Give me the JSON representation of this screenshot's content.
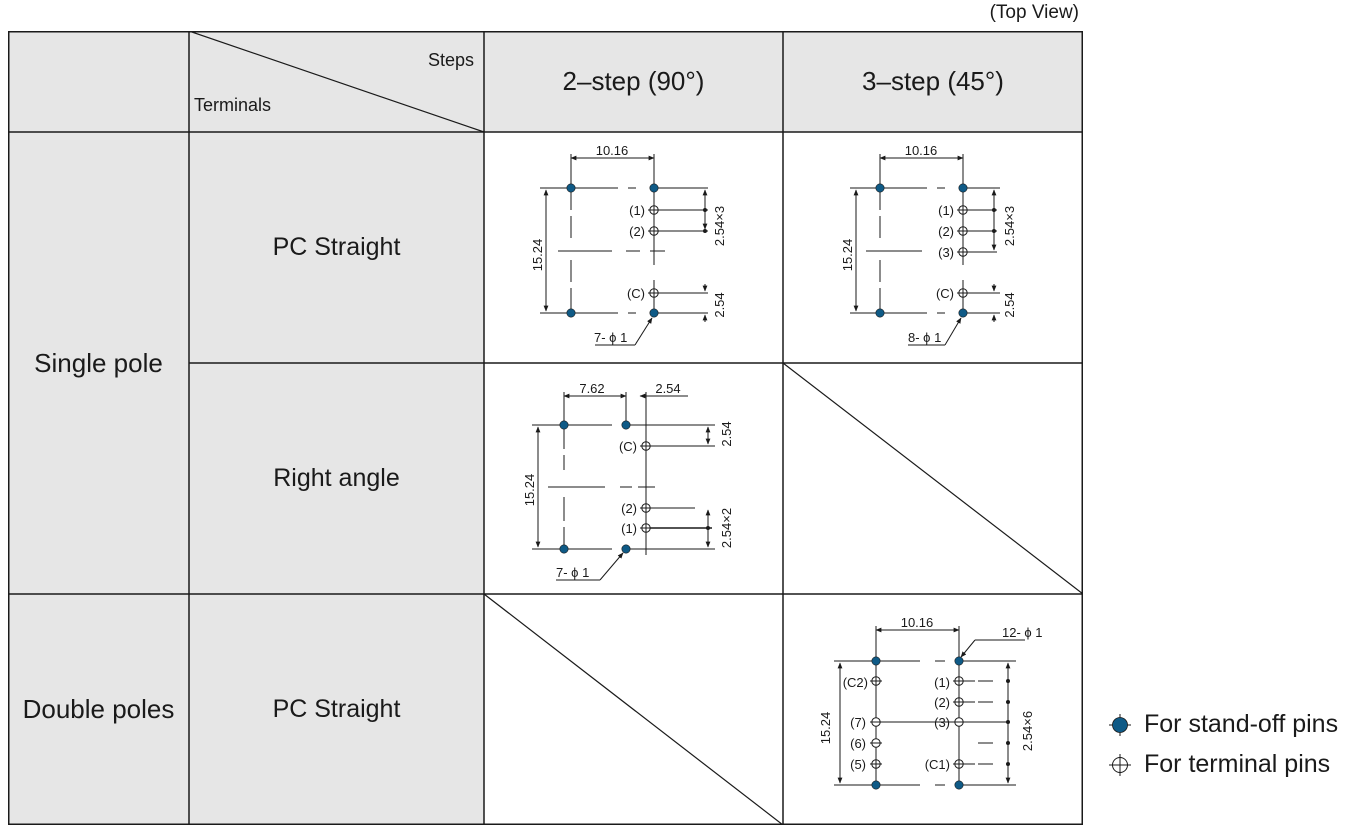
{
  "view_note": "(Top View)",
  "header": {
    "steps": "Steps",
    "terminals": "Terminals",
    "col_2step": "2–step (90°)",
    "col_3step": "3–step (45°)"
  },
  "rows": {
    "single_pole": "Single pole",
    "double_poles": "Double poles",
    "pc_straight": "PC Straight",
    "right_angle": "Right angle",
    "pc_straight_2": "PC Straight"
  },
  "drawings": {
    "sp2": {
      "width": "10.16",
      "height": "15.24",
      "pitch": "2.54×3",
      "pitch_c": "2.54",
      "pins": "7- ϕ 1",
      "t1": "(1)",
      "t2": "(2)",
      "tc": "(C)"
    },
    "sp3": {
      "width": "10.16",
      "height": "15.24",
      "pitch": "2.54×3",
      "pitch_c": "2.54",
      "pins": "8- ϕ 1",
      "t1": "(1)",
      "t2": "(2)",
      "t3": "(3)",
      "tc": "(C)"
    },
    "ra2": {
      "w1": "7.62",
      "w2": "2.54",
      "height": "15.24",
      "pitch_c": "2.54",
      "pitch": "2.54×2",
      "pins": "7- ϕ 1",
      "tc": "(C)",
      "t2": "(2)",
      "t1": "(1)"
    },
    "dp3": {
      "width": "10.16",
      "height": "15.24",
      "pitch": "2.54×6",
      "pins": "12- ϕ 1",
      "c2": "(C2)",
      "c1": "(C1)",
      "t1": "(1)",
      "t2": "(2)",
      "t3": "(3)",
      "t5": "(5)",
      "t6": "(6)",
      "t7": "(7)"
    }
  },
  "legend": {
    "standoff": "For stand-off pins",
    "terminal": "For terminal pins"
  },
  "colors": {
    "pin_fill": "#0f5a86",
    "header_bg": "#e6e6e6",
    "line": "#1a1a1a"
  }
}
